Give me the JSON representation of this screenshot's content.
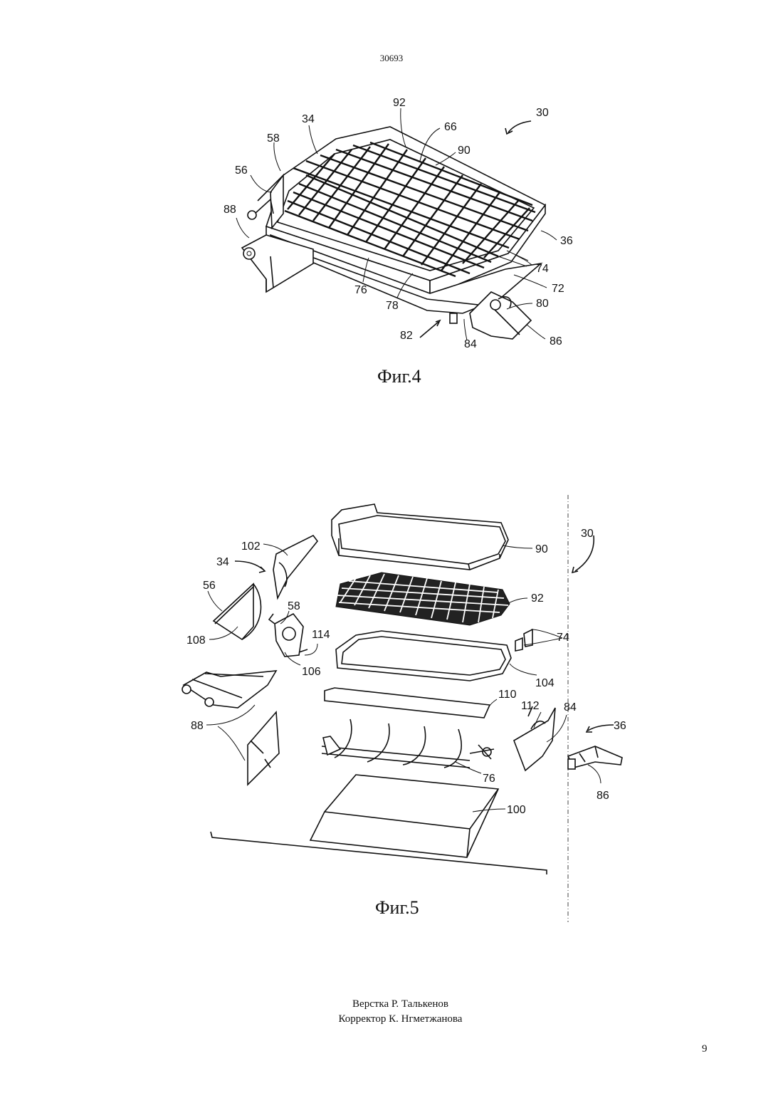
{
  "header": {
    "doc_number": "30693"
  },
  "figure4": {
    "caption": "Фиг.4",
    "labels": {
      "l30": "30",
      "l92": "92",
      "l66": "66",
      "l34": "34",
      "l58": "58",
      "l90": "90",
      "l56": "56",
      "l88": "88",
      "l36": "36",
      "l74": "74",
      "l72": "72",
      "l76": "76",
      "l80": "80",
      "l78": "78",
      "l82": "82",
      "l86": "86",
      "l84": "84"
    }
  },
  "figure5": {
    "caption": "Фиг.5",
    "labels": {
      "l30": "30",
      "l102": "102",
      "l90": "90",
      "l34": "34",
      "l56": "56",
      "l58": "58",
      "l92": "92",
      "l114": "114",
      "l74": "74",
      "l108": "108",
      "l106": "106",
      "l104": "104",
      "l110": "110",
      "l112": "112",
      "l84": "84",
      "l36": "36",
      "l88": "88",
      "l76": "76",
      "l86": "86",
      "l100": "100"
    }
  },
  "footer": {
    "layout_credit": "Верстка Р. Талькенов",
    "proof_credit": "Корректор К. Нгметжанова",
    "page_number": "9"
  }
}
